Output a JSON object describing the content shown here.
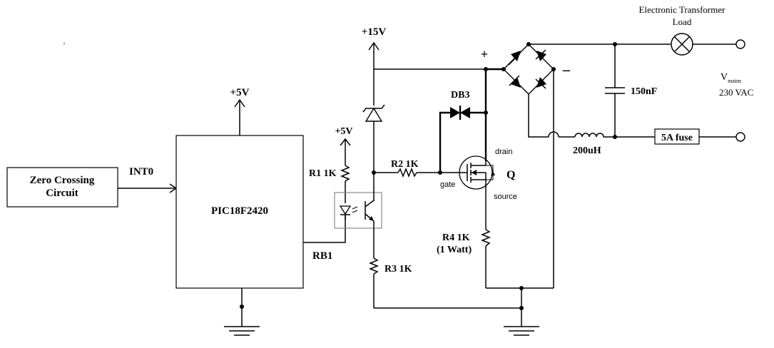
{
  "labels": {
    "zero_crossing_line1": "Zero Crossing",
    "zero_crossing_line2": "Circuit",
    "int0": "INT0",
    "mcu": "PIC18F2420",
    "mcu_supply": "+5V",
    "rb1": "RB1",
    "r1": "R1 1K",
    "r1_supply": "+5V",
    "r2": "R2 1K",
    "r3": "R3 1K",
    "r4_line1": "R4 1K",
    "r4_line2": "(1 Watt)",
    "supply_15v": "+15V",
    "db3": "DB3",
    "drain": "drain",
    "gate": "gate",
    "source": "source",
    "mosfet": "Q",
    "bridge_plus": "+",
    "bridge_minus": "–",
    "capacitor": "150nF",
    "inductor": "200uH",
    "fuse": "5A fuse",
    "load_line1": "Electronic Transformer",
    "load_line2": "Load",
    "vmains": "V",
    "vmains_sub": "mains",
    "vmains_value": "230 VAC"
  }
}
